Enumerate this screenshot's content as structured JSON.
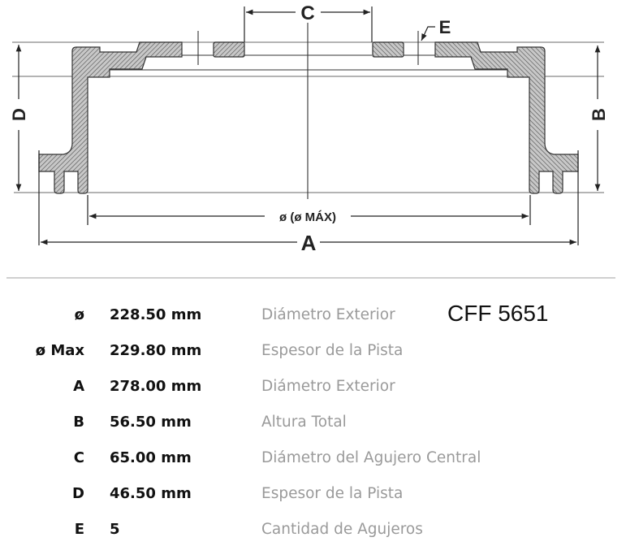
{
  "drawing": {
    "labels": {
      "A": "A",
      "B": "B",
      "C": "C",
      "D": "D",
      "E": "E",
      "diameter": "ø (ø MÁX)"
    }
  },
  "part_code": "CFF 5651",
  "specs": [
    {
      "label": "ø",
      "value": "228.50 mm",
      "description": "Diámetro Exterior"
    },
    {
      "label": "ø Max",
      "value": "229.80 mm",
      "description": "Espesor de la Pista"
    },
    {
      "label": "A",
      "value": "278.00 mm",
      "description": "Diámetro Exterior"
    },
    {
      "label": "B",
      "value": "56.50 mm",
      "description": "Altura Total"
    },
    {
      "label": "C",
      "value": "65.00 mm",
      "description": "Diámetro del Agujero Central"
    },
    {
      "label": "D",
      "value": "46.50 mm",
      "description": "Espesor de la Pista"
    },
    {
      "label": "E",
      "value": "5",
      "description": "Cantidad de Agujeros"
    }
  ]
}
